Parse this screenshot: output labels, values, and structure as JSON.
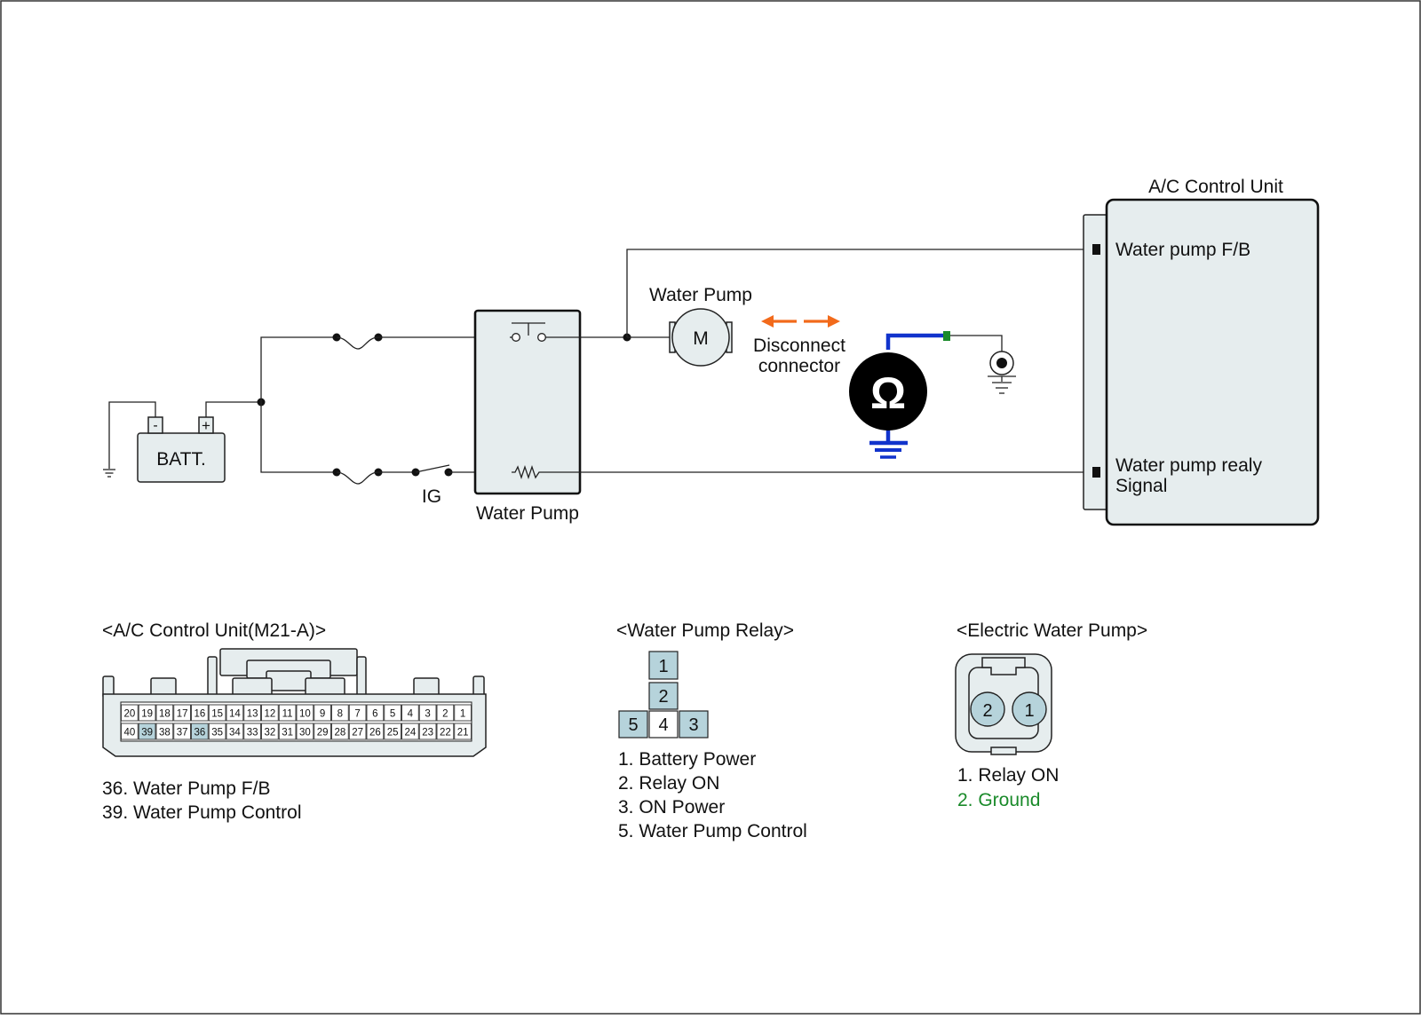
{
  "colors": {
    "panel_fill": "#e6edee",
    "pin_highlight": "#b6d3db",
    "meter_lead": "#1133cc",
    "arrow": "#f26a1b",
    "ground_text": "#1a8a2a",
    "meter_body": "#000000"
  },
  "schematic": {
    "battery_label": "BATT.",
    "battery_minus": "-",
    "battery_plus": "+",
    "ig_label": "IG",
    "relay_label": "Water Pump",
    "pump_label": "Water Pump",
    "motor_symbol": "M",
    "disconnect_line1": "Disconnect",
    "disconnect_line2": "connector",
    "ohm_symbol": "Ω",
    "control_unit_title": "A/C Control Unit",
    "feedback_terminal": "Water pump F/B",
    "signal_terminal_line1": "Water pump realy",
    "signal_terminal_line2": "Signal"
  },
  "connectors": {
    "ac_unit": {
      "title": "<A/C Control Unit(M21-A)>",
      "top_row": [
        "20",
        "19",
        "18",
        "17",
        "16",
        "15",
        "14",
        "13",
        "12",
        "11",
        "10",
        "9",
        "8",
        "7",
        "6",
        "5",
        "4",
        "3",
        "2",
        "1"
      ],
      "bottom_row": [
        "40",
        "39",
        "38",
        "37",
        "36",
        "35",
        "34",
        "33",
        "32",
        "31",
        "30",
        "29",
        "28",
        "27",
        "26",
        "25",
        "24",
        "23",
        "22",
        "21"
      ],
      "highlighted": [
        "39",
        "36"
      ],
      "legend": [
        "36. Water Pump F/B",
        "39. Water Pump Control"
      ]
    },
    "relay": {
      "title": "<Water Pump Relay>",
      "pins": [
        "1",
        "2",
        "5",
        "4",
        "3"
      ],
      "legend": [
        "1. Battery Power",
        "2. Relay ON",
        "3. ON Power",
        "5. Water Pump Control"
      ]
    },
    "pump": {
      "title": "<Electric Water Pump>",
      "pins": [
        "2",
        "1"
      ],
      "legend_1": "1. Relay ON",
      "legend_2": "2. Ground"
    }
  }
}
